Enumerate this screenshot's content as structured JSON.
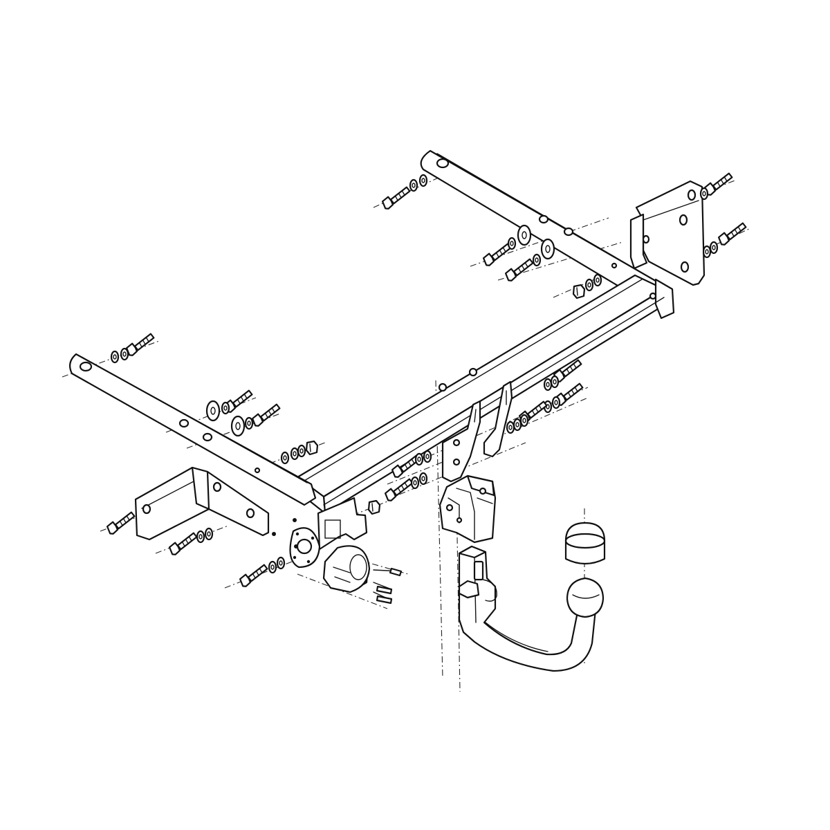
{
  "diagram": {
    "stroke_color": "#111111",
    "background_color": "#ffffff",
    "parts": [
      "main-crossbar",
      "left-side-arm",
      "right-side-arm",
      "left-mounting-bracket",
      "right-mounting-bracket",
      "center-receiver-bracket",
      "receiver-socket-block",
      "detachable-swan-neck-ball-arm",
      "tow-ball-cap",
      "electrical-socket-plate",
      "electrical-socket-13-pin",
      "bolt-washer-nut-sets"
    ]
  }
}
